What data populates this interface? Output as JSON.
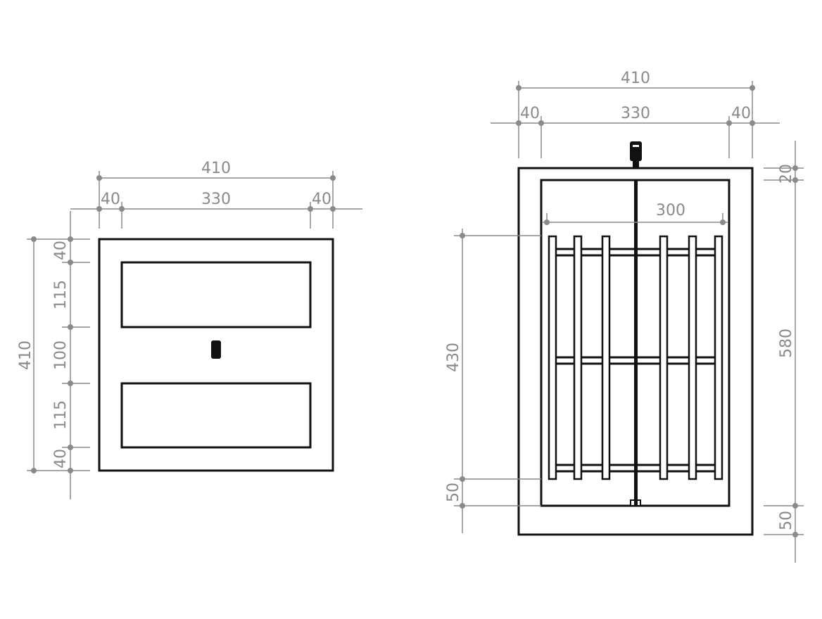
{
  "front_view": {
    "width_total": "410",
    "width_left": "40",
    "width_middle": "330",
    "width_right": "40",
    "height_total": "410",
    "heights": [
      "40",
      "115",
      "100",
      "115",
      "40"
    ]
  },
  "side_view": {
    "width_total": "410",
    "width_left": "40",
    "width_middle": "330",
    "width_right": "40",
    "rack_width": "300",
    "rack_height": "430",
    "bottom_gap": "50",
    "top_offset": "20",
    "height_inner": "580",
    "bottom_offset": "50"
  }
}
